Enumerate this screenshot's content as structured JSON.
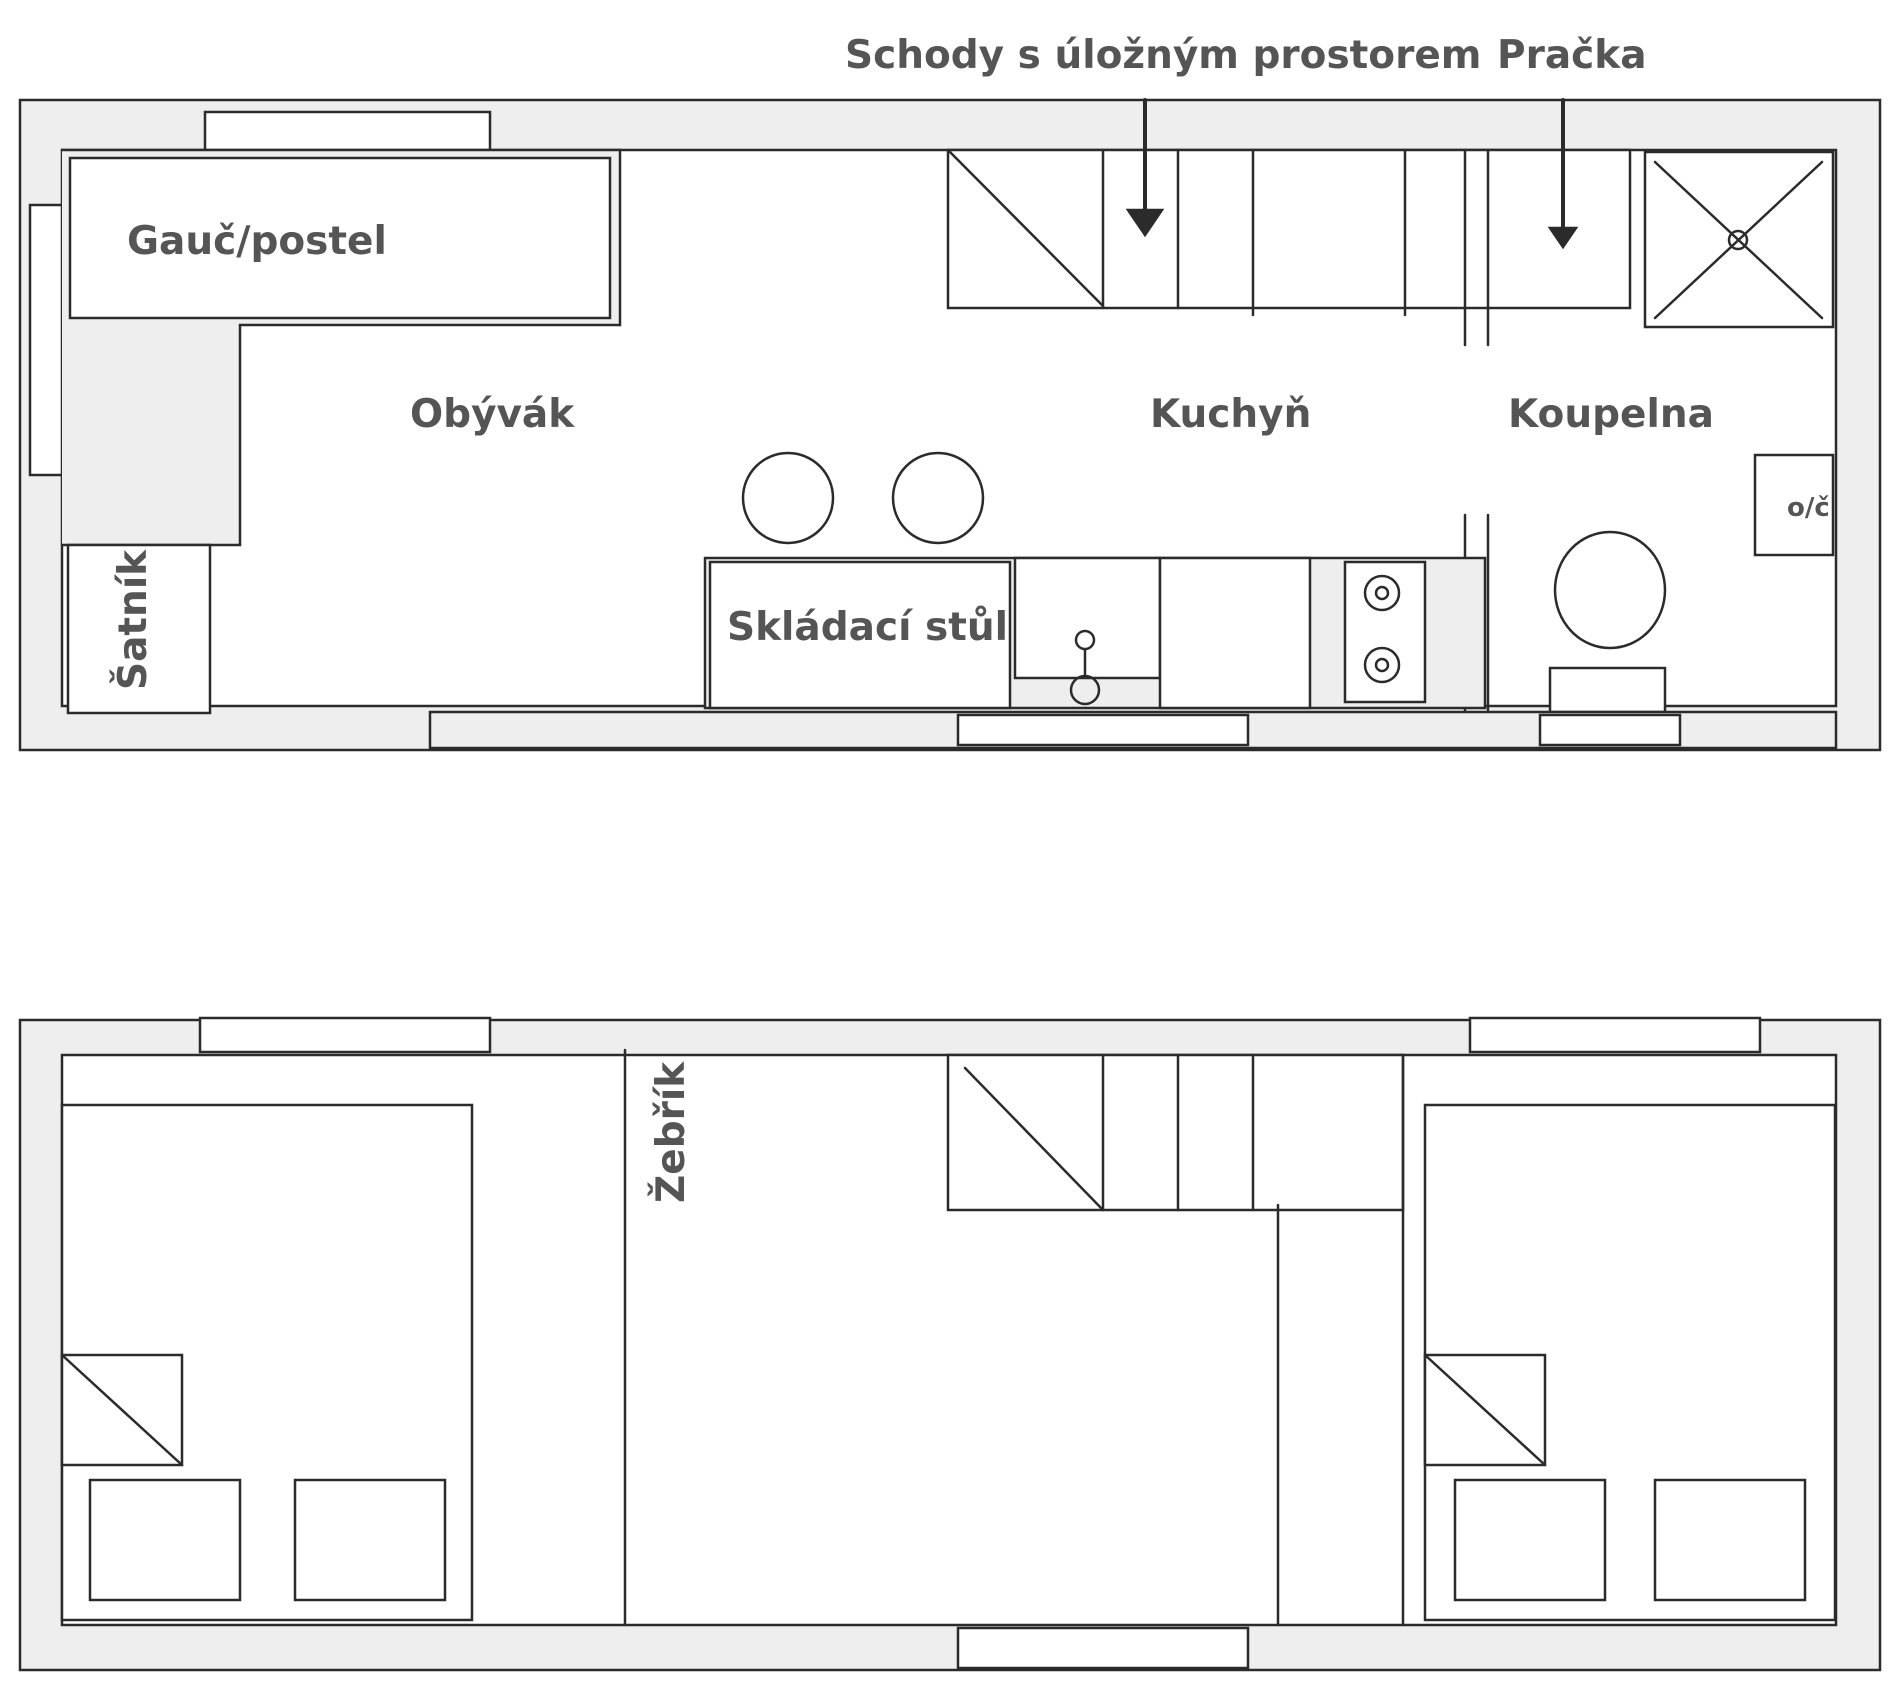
{
  "labels": {
    "stairs_storage": "Schody s úložným prostorem",
    "washer": "Pračka",
    "couch_bed": "Gauč/postel",
    "living_room": "Obývák",
    "kitchen": "Kuchyň",
    "bathroom": "Koupelna",
    "wardrobe": "Šatník",
    "folding_table": "Skládací stůl",
    "ladder": "Žebřík",
    "toilet_label": "o/č"
  },
  "colors": {
    "ink": "#2b2b2b",
    "label": "#555555",
    "wall_fill": "#eeeeee",
    "paper": "#ffffff"
  }
}
